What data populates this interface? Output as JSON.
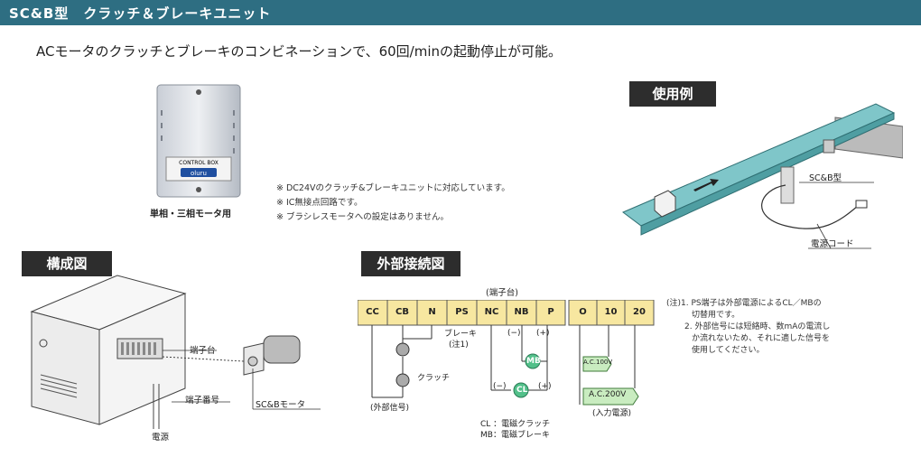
{
  "header": {
    "title": "SC&B型　クラッチ＆ブレーキユニット"
  },
  "subtitle": "ACモータのクラッチとブレーキのコンビネーションで、60回/minの起動停止が可能。",
  "product": {
    "caption": "単相・三相モータ用",
    "box_label": "CONTROL BOX",
    "logo": "oluru"
  },
  "remarks": [
    "※ DC24Vのクラッチ&ブレーキユニットに対応しています。",
    "※ IC無接点回路です。",
    "※ ブラシレスモータへの設定はありません。"
  ],
  "usage": {
    "tag": "使用例",
    "unit_label": "SC&B型",
    "cord_label": "電源コード"
  },
  "structure": {
    "tag": "構成図",
    "terminal_block": "端子台",
    "terminal_number": "端子番号",
    "motor": "SC&Bモータ",
    "power": "電源"
  },
  "wiring": {
    "tag": "外部接続図",
    "block_label": "(端子台)",
    "terminals": [
      "CC",
      "CB",
      "N",
      "PS",
      "NC",
      "NB",
      "P",
      "O",
      "10",
      "20"
    ],
    "brake": "ブレーキ",
    "brake_note": "(注1)",
    "clutch": "クラッチ",
    "ext_signal": "(外部信号)",
    "minus": "(−)",
    "plus": "(+)",
    "mb": "MB",
    "cl": "CL",
    "ac100": "A.C.100V",
    "ac200": "A.C.200V",
    "input_power": "(入力電源)",
    "legend_cl": "CL ：電磁クラッチ",
    "legend_mb": "MB：電磁ブレーキ"
  },
  "notes": [
    "(注)1. PS端子は外部電源によるCL／MBの",
    "切替用です。",
    "2. 外部信号には短絡時、数mAの電流し",
    "か流れないため、それに適した信号を",
    "使用してください。"
  ]
}
